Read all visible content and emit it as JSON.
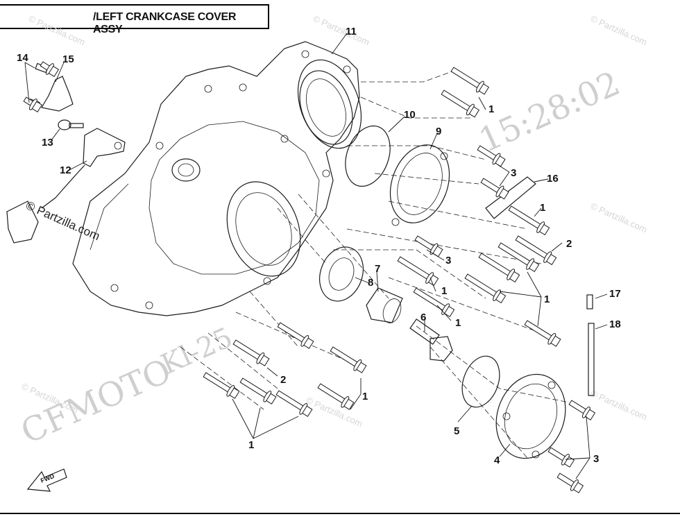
{
  "title": "/LEFT CRANKCASE COVER ASSY",
  "watermarks": {
    "brand": "CFMOTO",
    "site": "© Partzilla.com",
    "code": "Kl-25",
    "clock": "15:28:02"
  },
  "fwd_label": "FWD",
  "callouts": {
    "c1a": "1",
    "c1b": "1",
    "c1c": "1",
    "c1d": "1",
    "c1e": "1",
    "c1f": "1",
    "c1g": "1",
    "c2a": "2",
    "c2b": "2",
    "c3a": "3",
    "c3b": "3",
    "c3c": "3",
    "c4": "4",
    "c5": "5",
    "c6": "6",
    "c7": "7",
    "c8": "8",
    "c9": "9",
    "c10": "10",
    "c11": "11",
    "c12": "12",
    "c13": "13",
    "c14": "14",
    "c15": "15",
    "c16": "16",
    "c17": "17",
    "c18": "18"
  }
}
